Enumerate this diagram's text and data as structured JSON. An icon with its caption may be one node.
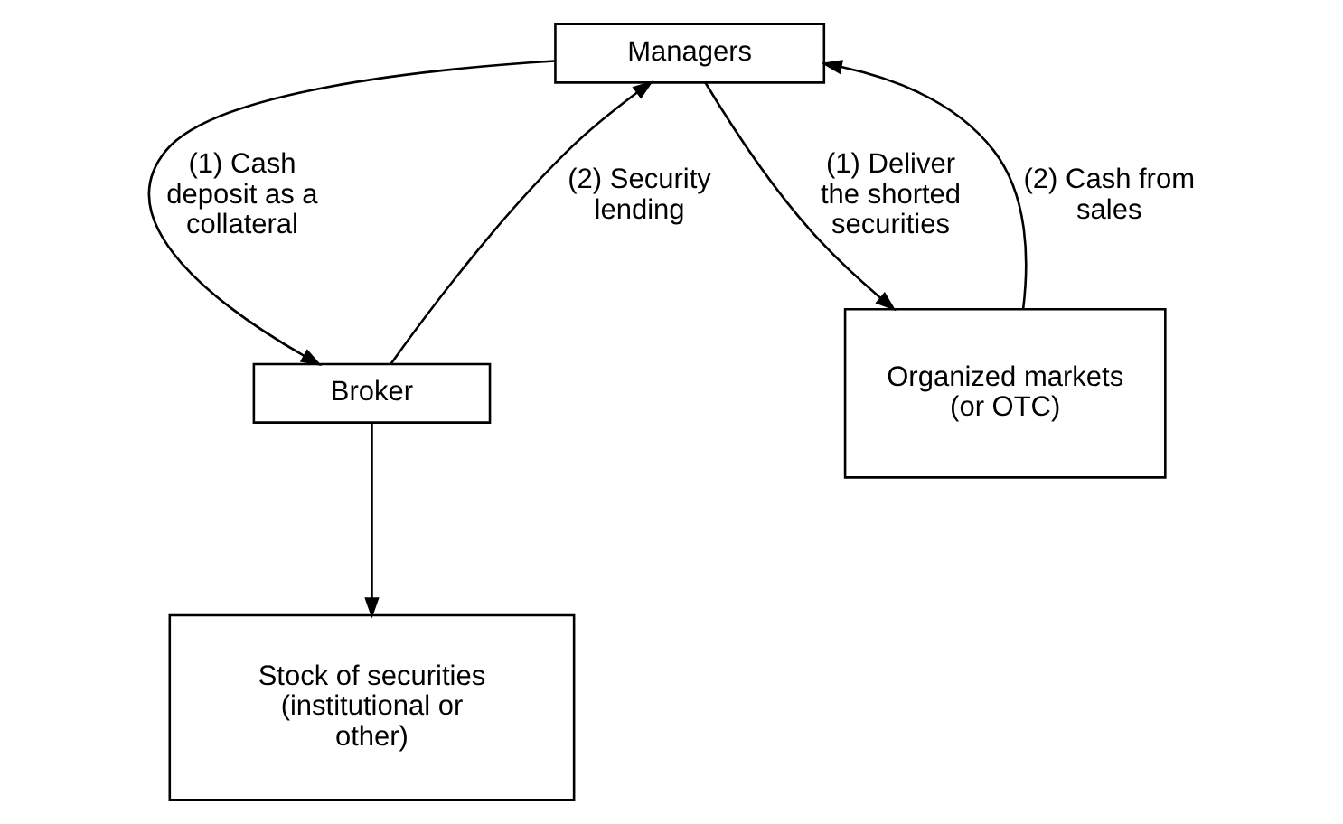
{
  "diagram": {
    "nodes": [
      {
        "text": [
          "Managers"
        ]
      },
      {
        "text": [
          "Broker"
        ]
      },
      {
        "text": [
          "Stock of securities (institutional or other)"
        ]
      },
      {
        "text": [
          "Organized markets (or OTC)"
        ]
      }
    ],
    "edges": [
      {
        "from": 0,
        "to": 1,
        "arrow": "to",
        "label": "(1) Cash deposit as a collateral"
      },
      {
        "from": 1,
        "to": 0,
        "arrow": "to",
        "label": "(2) Security lending"
      },
      {
        "from": 0,
        "to": 3,
        "arrow": "to",
        "label": "(1) Deliver the shorted securities"
      },
      {
        "from": 3,
        "to": 0,
        "arrow": "to",
        "label": "(2) Cash from sales"
      },
      {
        "from": 1,
        "to": 2,
        "arrow": "to"
      }
    ]
  }
}
